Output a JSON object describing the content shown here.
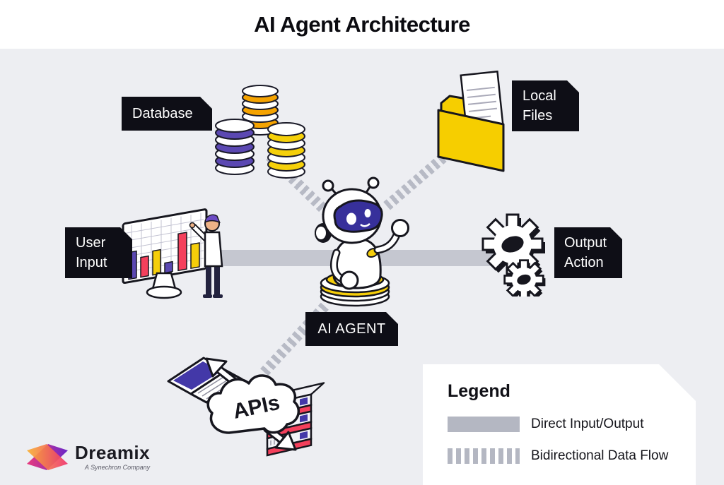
{
  "header": {
    "title": "AI Agent Architecture"
  },
  "tags": {
    "database": "Database",
    "local_files": "Local Files",
    "user_input": "User Input",
    "output_action": "Output Action",
    "ai_agent": "AI AGENT"
  },
  "apis": {
    "cloud_label": "APIs"
  },
  "legend": {
    "title": "Legend",
    "items": [
      {
        "label": "Direct Input/Output",
        "style": "solid"
      },
      {
        "label": "Bidirectional Data Flow",
        "style": "dashed"
      }
    ]
  },
  "logo": {
    "brand": "Dreamix",
    "tagline": "A Synechron Company"
  },
  "colors": {
    "background": "#edeef2",
    "header_bg": "#ffffff",
    "tag_bg": "#0e0e16",
    "bidirectional_flow_gray": "#b7bac5",
    "direct_io_gray": "#c5c7d0",
    "accent_yellow": "#f6ce0a",
    "accent_purple": "#5b48b2",
    "accent_orange": "#f5a300",
    "accent_red": "#f4405c",
    "robot_visor_navy": "#37309b"
  }
}
